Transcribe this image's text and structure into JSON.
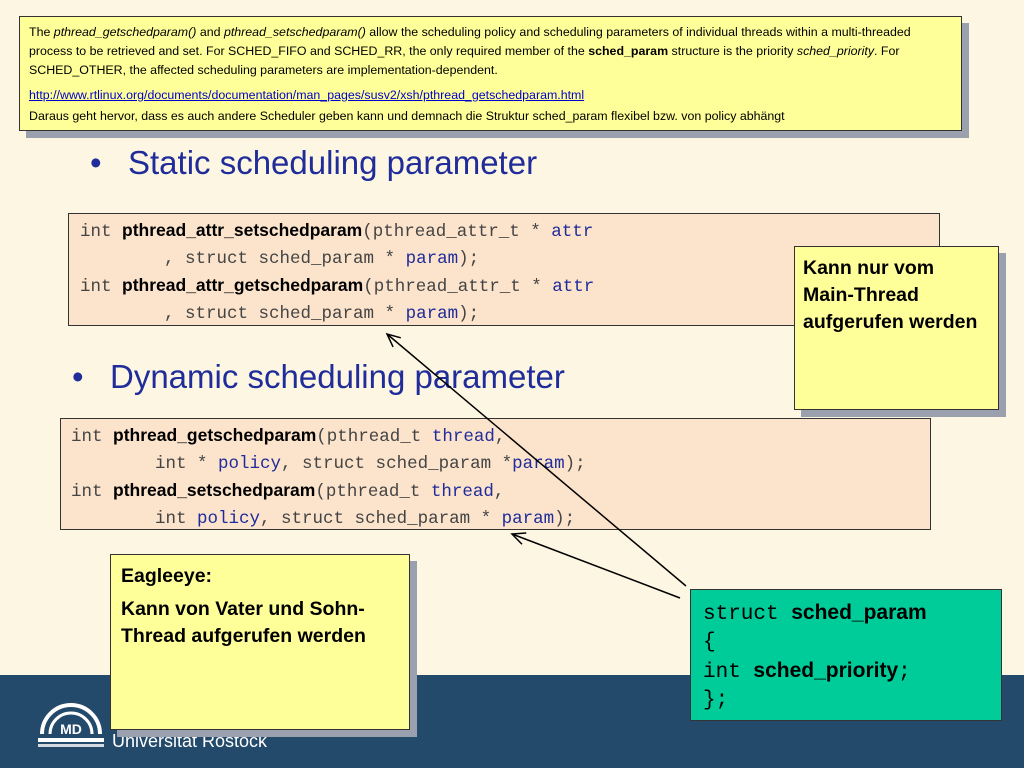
{
  "info_note": {
    "para1_parts": [
      "The ",
      "pthread_getschedparam()",
      " and ",
      "pthread_setschedparam()",
      " allow the scheduling policy and scheduling parameters of individual threads within a multi-threaded process to be retrieved and set. For SCHED_FIFO and SCHED_RR, the only required member of the ",
      "sched_param",
      " structure is the priority ",
      "sched_priority",
      ". For SCHED_OTHER, the affected scheduling parameters are implementation-dependent."
    ],
    "link": "http://www.rtlinux.org/documents/documentation/man_pages/susv2/xsh/pthread_getschedparam.html",
    "para2": "Daraus geht hervor, dass es auch andere Scheduler geben kann und demnach die Struktur sched_param flexibel bzw. von policy abhängt"
  },
  "bullet_static": "Static scheduling parameter",
  "bullet_dynamic": "Dynamic scheduling parameter",
  "code_static": {
    "line1": {
      "kw": "int ",
      "fn": "pthread_attr_setschedparam",
      "rest": "(pthread_attr_t * ",
      "var": "attr"
    },
    "line2": {
      "pre": "        , struct sched_param * ",
      "var": "param",
      "post": ");"
    },
    "line3": {
      "kw": "int ",
      "fn": "pthread_attr_getschedparam",
      "rest": "(pthread_attr_t * ",
      "var": "attr"
    },
    "line4": {
      "pre": "        , struct sched_param * ",
      "var": "param",
      "post": ");"
    }
  },
  "code_dynamic": {
    "line1": {
      "kw": "int ",
      "fn": "pthread_getschedparam",
      "rest": "(pthread_t ",
      "var": "thread",
      "post": ","
    },
    "line2": {
      "pre": "        int * ",
      "var1": "policy",
      "mid": ", struct sched_param *",
      "var2": "param",
      "post": ");"
    },
    "line3": {
      "kw": "int ",
      "fn": "pthread_setschedparam",
      "rest": "(pthread_t ",
      "var": "thread",
      "post": ","
    },
    "line4": {
      "pre": "        int ",
      "var1": "policy",
      "mid": ", struct sched_param * ",
      "var2": "param",
      "post": ");"
    }
  },
  "main_thread_note": "Kann nur vom Main-Thread aufgerufen werden",
  "eagleeye_note": {
    "title": "Eagleeye:",
    "body": "Kann von Vater und Sohn-Thread aufgerufen werden"
  },
  "struct_box": {
    "line1_kw": "struct ",
    "line1_name": "sched_param",
    "line2": "{",
    "line3_kw": "int ",
    "line3_name": "sched_priority",
    "line3_end": ";",
    "line4": "};"
  },
  "logo_text": "MD",
  "university": "Universität Rostock",
  "colors": {
    "background": "#fcf6e2",
    "note": "#ffff99",
    "code": "#fce4cc",
    "struct": "#00cc99",
    "bullet": "#1f2c9a",
    "band": "#244a6b"
  }
}
